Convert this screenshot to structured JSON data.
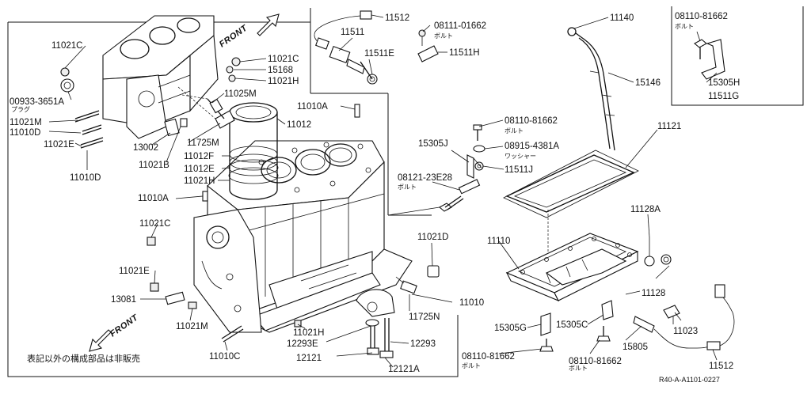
{
  "diagram": {
    "notes": {
      "footnote": "表記以外の構成部品は非販売",
      "drawing_code": "R40-A-A1101-0227"
    },
    "front_labels": [
      "FRONT",
      "FRONT"
    ],
    "sub_labels": {
      "bolt1": "ボルト",
      "bolt2": "ボルト",
      "bolt3": "ボルト",
      "bolt4": "ボルト",
      "bolt5": "ボルト",
      "washer": "ワッシャー",
      "plug": "プラグ"
    },
    "parts": [
      {
        "id": "p_11021c_a",
        "label": "11021C"
      },
      {
        "id": "p_11021c_b",
        "label": "11021C"
      },
      {
        "id": "p_15168",
        "label": "15168"
      },
      {
        "id": "p_11021h_a",
        "label": "11021H"
      },
      {
        "id": "p_00933",
        "label": "00933-3651A"
      },
      {
        "id": "p_11021m_a",
        "label": "11021M"
      },
      {
        "id": "p_11010d_a",
        "label": "11010D"
      },
      {
        "id": "p_11021e_a",
        "label": "11021E"
      },
      {
        "id": "p_11010d_b",
        "label": "11010D"
      },
      {
        "id": "p_13002",
        "label": "13002"
      },
      {
        "id": "p_11021b",
        "label": "11021B"
      },
      {
        "id": "p_11025m",
        "label": "11025M"
      },
      {
        "id": "p_11725m",
        "label": "11725M"
      },
      {
        "id": "p_11012",
        "label": "11012"
      },
      {
        "id": "p_11012f",
        "label": "11012F"
      },
      {
        "id": "p_11012e",
        "label": "11012E"
      },
      {
        "id": "p_11021h_b",
        "label": "11021H"
      },
      {
        "id": "p_11010a_a",
        "label": "11010A"
      },
      {
        "id": "p_11010a_b",
        "label": "11010A"
      },
      {
        "id": "p_11021c_c",
        "label": "11021C"
      },
      {
        "id": "p_11021e_b",
        "label": "11021E"
      },
      {
        "id": "p_13081",
        "label": "13081"
      },
      {
        "id": "p_11021m_b",
        "label": "11021M"
      },
      {
        "id": "p_11010c",
        "label": "11010C"
      },
      {
        "id": "p_11021h_c",
        "label": "11021H"
      },
      {
        "id": "p_12293e",
        "label": "12293E"
      },
      {
        "id": "p_12121",
        "label": "12121"
      },
      {
        "id": "p_12121a",
        "label": "12121A"
      },
      {
        "id": "p_12293",
        "label": "12293"
      },
      {
        "id": "p_11725n",
        "label": "11725N"
      },
      {
        "id": "p_11021d",
        "label": "11021D"
      },
      {
        "id": "p_11010",
        "label": "11010"
      },
      {
        "id": "p_11512_a",
        "label": "11512"
      },
      {
        "id": "p_11511",
        "label": "11511"
      },
      {
        "id": "p_08111",
        "label": "08111-01662"
      },
      {
        "id": "p_11511e",
        "label": "11511E"
      },
      {
        "id": "p_11511h",
        "label": "11511H"
      },
      {
        "id": "p_11140",
        "label": "11140"
      },
      {
        "id": "p_15146",
        "label": "15146"
      },
      {
        "id": "p_08110_a",
        "label": "08110-81662"
      },
      {
        "id": "p_15305h",
        "label": "15305H"
      },
      {
        "id": "p_11511g",
        "label": "11511G"
      },
      {
        "id": "p_08110_b",
        "label": "08110-81662"
      },
      {
        "id": "p_08915",
        "label": "08915-4381A"
      },
      {
        "id": "p_15305j",
        "label": "15305J"
      },
      {
        "id": "p_11511j",
        "label": "11511J"
      },
      {
        "id": "p_08121",
        "label": "08121-23E28"
      },
      {
        "id": "p_11121",
        "label": "11121"
      },
      {
        "id": "p_11128a",
        "label": "11128A"
      },
      {
        "id": "p_11110",
        "label": "11110"
      },
      {
        "id": "p_11128",
        "label": "11128"
      },
      {
        "id": "p_11023",
        "label": "11023"
      },
      {
        "id": "p_15305g",
        "label": "15305G"
      },
      {
        "id": "p_15305c",
        "label": "15305C"
      },
      {
        "id": "p_15805",
        "label": "15805"
      },
      {
        "id": "p_08110_c",
        "label": "08110-81662"
      },
      {
        "id": "p_08110_d",
        "label": "08110-81662"
      },
      {
        "id": "p_11512_b",
        "label": "11512"
      }
    ]
  }
}
